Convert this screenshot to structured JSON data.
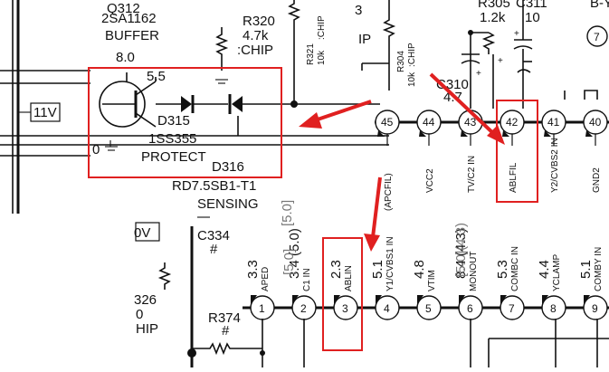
{
  "diagram": {
    "top_left": {
      "q312": "Q312",
      "part": "2SA1162",
      "role": "BUFFER",
      "v_base": "8.0",
      "v_emitter": "5.5",
      "v_ground": "0"
    },
    "supply": "11V",
    "protect": {
      "d315": "D315",
      "d315_part": "1SS355",
      "protect": "PROTECT",
      "d316": "D316",
      "d316_part": "RD7.5SB1-T1",
      "sensing": "SENSING"
    },
    "resistors": {
      "r320": "R320",
      "r320_val": "4.7k",
      "r320_type": ":CHIP",
      "r321": "R321",
      "r321_val": "10k",
      "r321_type": ":CHIP",
      "r304": "R304",
      "r304_val": "10k",
      "r304_type": ":CHIP",
      "r305": "R305",
      "r305_val": "1.2k",
      "c311": "C311",
      "c311_val": "10",
      "c310": "C310",
      "c310_val": "4.7",
      "c334": "C334",
      "c334_hash": "#",
      "r374": "R374",
      "r374_hash": "#",
      "r326": "326",
      "r326_0": "0",
      "r326_chip": "HIP",
      "partial_3": "3",
      "partial_ip": "IP",
      "partial_by": "B-Y",
      "partial_0v": "0V"
    },
    "top_pins": [
      {
        "num": "45",
        "name": "(APCFIL)"
      },
      {
        "num": "44",
        "name": "VCC2"
      },
      {
        "num": "43",
        "name": "TV/C2 IN"
      },
      {
        "num": "42",
        "name": "ABLFIL"
      },
      {
        "num": "41",
        "name": "Y2/CVBS2 IN"
      },
      {
        "num": "40",
        "name": "GND2"
      }
    ],
    "bottom_pins": [
      {
        "num": "1",
        "name": "APED",
        "volt": "3.3"
      },
      {
        "num": "2",
        "name": "C1 IN",
        "volt": "3.4 (5.0)"
      },
      {
        "num": "3",
        "name": "ABLIN",
        "volt": "2.3"
      },
      {
        "num": "4",
        "name": "Y1/CVBS1 IN",
        "volt": "5.1"
      },
      {
        "num": "5",
        "name": "VTIM",
        "volt": "4.8"
      },
      {
        "num": "6",
        "name": "MONOUT",
        "volt": "8.4 (4.3)"
      },
      {
        "num": "7",
        "name": "COMBC IN",
        "volt": "5.3"
      },
      {
        "num": "8",
        "name": "YCLAMP",
        "volt": "4.4"
      },
      {
        "num": "9",
        "name": "COMBY IN",
        "volt": "5.1"
      }
    ],
    "dashed": {
      "pin2": "[5.0]",
      "pin6": "[5.0](4.3)",
      "pin2_partial": "[5.0]"
    },
    "top_right": {
      "pin7": "7"
    }
  }
}
